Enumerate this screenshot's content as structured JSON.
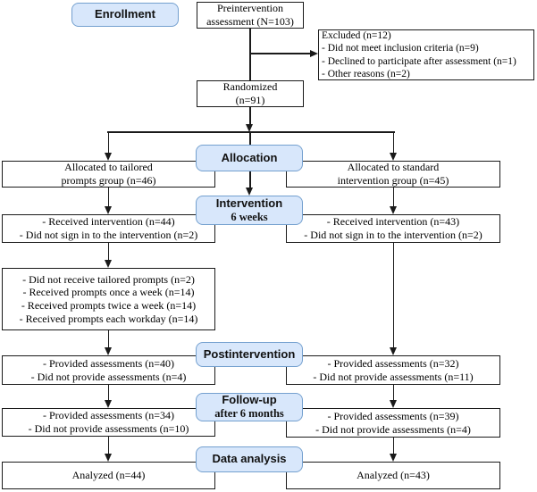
{
  "stages": {
    "enrollment": "Enrollment",
    "allocation": "Allocation",
    "intervention": "Intervention",
    "intervention_sub": "6 weeks",
    "postintervention": "Postintervention",
    "followup": "Follow-up",
    "followup_sub": "after 6 months",
    "data_analysis": "Data analysis"
  },
  "top": {
    "preintervention": [
      "Preintervention",
      "assessment (N=103)"
    ],
    "excluded": [
      "Excluded (n=12)",
      "- Did not meet inclusion criteria (n=9)",
      "- Declined to participate after assessment (n=1)",
      "- Other reasons (n=2)"
    ],
    "randomized": [
      "Randomized",
      "(n=91)"
    ]
  },
  "left": {
    "allocated": [
      "Allocated to tailored",
      "prompts group (n=46)"
    ],
    "received": [
      "- Received intervention (n=44)",
      "- Did not sign in to the intervention (n=2)"
    ],
    "prompts": [
      "- Did not receive tailored prompts (n=2)",
      "- Received prompts once a week (n=14)",
      "- Received prompts twice a week (n=14)",
      "- Received prompts each workday (n=14)"
    ],
    "post": [
      "- Provided assessments (n=40)",
      "- Did not provide assessments (n=4)"
    ],
    "followup": [
      "- Provided assessments (n=34)",
      "- Did not provide assessments (n=10)"
    ],
    "analyzed": [
      "Analyzed  (n=44)"
    ]
  },
  "right": {
    "allocated": [
      "Allocated to standard",
      "intervention group (n=45)"
    ],
    "received": [
      "- Received intervention (n=43)",
      "- Did not sign in to the intervention (n=2)"
    ],
    "post": [
      "- Provided assessments (n=32)",
      "- Did not provide assessments (n=11)"
    ],
    "followup": [
      "- Provided assessments (n=39)",
      "- Did not provide assessments (n=4)"
    ],
    "analyzed": [
      "Analyzed (n=43)"
    ]
  },
  "colors": {
    "stage_fill": "#d8e7fb",
    "stage_border": "#74a0cf",
    "box_border": "#1a1a1a"
  }
}
